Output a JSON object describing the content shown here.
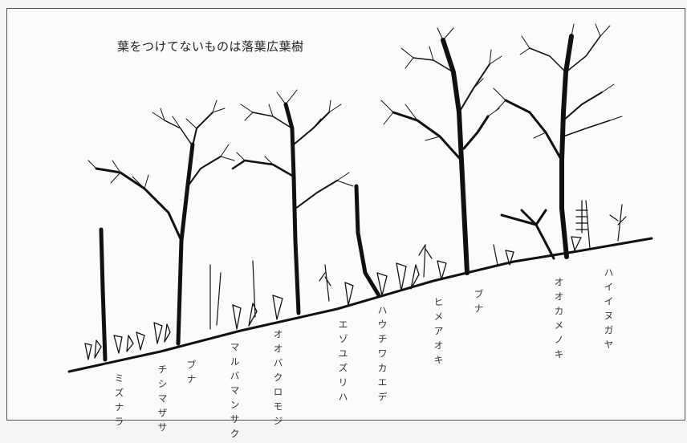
{
  "title": "葉をつけてないものは落葉広葉樹",
  "labels": [
    {
      "id": "mizunara",
      "text": "ミズナラ"
    },
    {
      "id": "chishimazasa",
      "text": "チシマザサ"
    },
    {
      "id": "buna1",
      "text": "ブナ"
    },
    {
      "id": "marubamansaku",
      "text": "マルバマンサク"
    },
    {
      "id": "oobakuromoji",
      "text": "オオバクロモジ"
    },
    {
      "id": "ezoyuzuriha",
      "text": "エゾユズリハ"
    },
    {
      "id": "hauchiwakaede",
      "text": "ハウチワカエデ"
    },
    {
      "id": "himeaoki",
      "text": "ヒメアオキ"
    },
    {
      "id": "buna2",
      "text": "ブナ"
    },
    {
      "id": "ookamenoki",
      "text": "オオカメノキ"
    },
    {
      "id": "haiinugaya",
      "text": "ハイイヌガヤ"
    }
  ]
}
